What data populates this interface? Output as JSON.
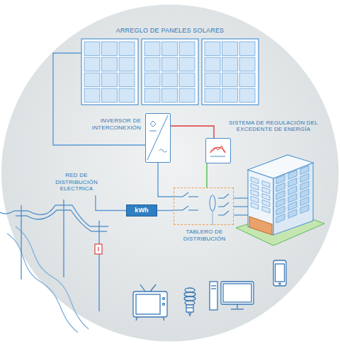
{
  "diagram": {
    "nodes": [
      {
        "text": [
          "ARREGLO DE PANELES SOLARES"
        ]
      },
      {
        "text": [
          "INVERSOR DE INTERCONEXIÓN"
        ]
      },
      {
        "text": [
          "SISTEMA DE REGULACIÓN DEL EXCEDENTE DE ENERGÍA"
        ]
      },
      {
        "text": [
          "RED DE DISTRIBUCIÓN ELECTRICA"
        ]
      },
      {
        "text": [
          "kWh"
        ]
      },
      {
        "text": [
          "TABLERO DE DISTRIBUCIÓN"
        ]
      }
    ],
    "edges": [
      {
        "from": 0,
        "to": 1,
        "arrow": "none"
      },
      {
        "from": 1,
        "to": 2,
        "arrow": "none"
      },
      {
        "from": 1,
        "to": 5,
        "arrow": "none"
      },
      {
        "from": 2,
        "to": 5,
        "arrow": "none"
      },
      {
        "from": 3,
        "to": 4,
        "arrow": "none"
      },
      {
        "from": 4,
        "to": 5,
        "arrow": "none"
      }
    ]
  }
}
